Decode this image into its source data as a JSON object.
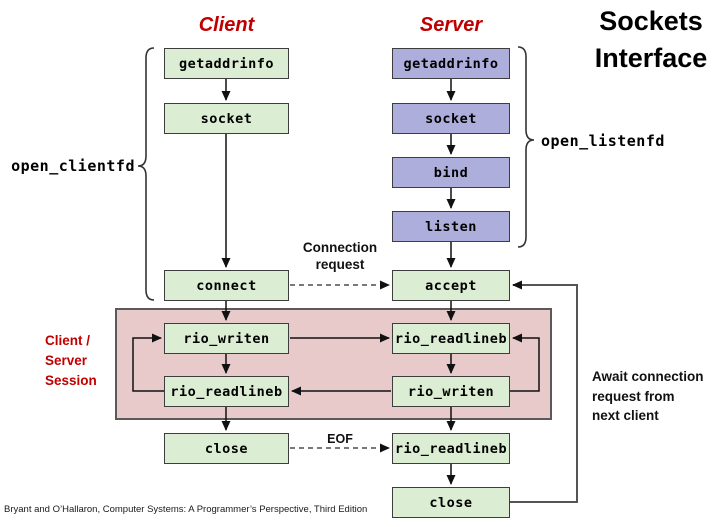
{
  "page": {
    "title_line1": "Sockets",
    "title_line2": "Interface",
    "footer": "Bryant and O’Hallaron, Computer Systems: A Programmer’s Perspective, Third Edition"
  },
  "headings": {
    "client": "Client",
    "server": "Server"
  },
  "client_steps": [
    "getaddrinfo",
    "socket",
    "connect",
    "rio_writen",
    "rio_readlineb",
    "close"
  ],
  "server_steps": [
    "getaddrinfo",
    "socket",
    "bind",
    "listen",
    "accept",
    "rio_readlineb",
    "rio_writen",
    "rio_readlineb",
    "close"
  ],
  "annotations": {
    "open_clientfd": "open_clientfd",
    "open_listenfd": "open_listenfd",
    "connection_request": [
      "Connection",
      "request"
    ],
    "eof": "EOF",
    "session": [
      "Client /",
      "Server",
      "Session"
    ],
    "await": [
      "Await connection",
      "request from",
      "next client"
    ]
  },
  "colors": {
    "client_box_fill": "#dbeed3",
    "server_setup_box_fill": "#aeaedd",
    "session_fill": "#e9caca",
    "heading_text": "#c00000",
    "arrow_line": "#111111",
    "dashed_line": "#4d4d4d"
  }
}
